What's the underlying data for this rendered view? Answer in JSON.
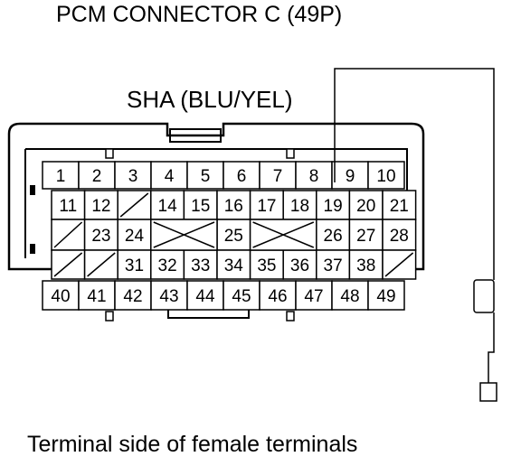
{
  "title": "PCM CONNECTOR C (49P)",
  "wire_label": "SHA (BLU/YEL)",
  "footer": "Terminal side of female terminals",
  "highlighted_terminal": "9",
  "rows": [
    [
      "1",
      "2",
      "3",
      "4",
      "5",
      "6",
      "7",
      "8",
      "9",
      "10"
    ],
    [
      "11",
      "12",
      "",
      "14",
      "15",
      "16",
      "17",
      "18",
      "19",
      "20",
      "21"
    ],
    [
      "",
      "23",
      "24",
      "",
      "",
      "25",
      "",
      "",
      "26",
      "27",
      "28"
    ],
    [
      "",
      "",
      "31",
      "32",
      "33",
      "34",
      "35",
      "36",
      "37",
      "38",
      ""
    ],
    [
      "40",
      "41",
      "42",
      "43",
      "44",
      "45",
      "46",
      "47",
      "48",
      "49"
    ]
  ],
  "blank_cells": [
    [
      1,
      2
    ],
    [
      2,
      0
    ],
    [
      3,
      0
    ],
    [
      3,
      1
    ],
    [
      3,
      10
    ]
  ],
  "merged_x_cells": [
    [
      2,
      3,
      4
    ],
    [
      2,
      6,
      7
    ]
  ]
}
